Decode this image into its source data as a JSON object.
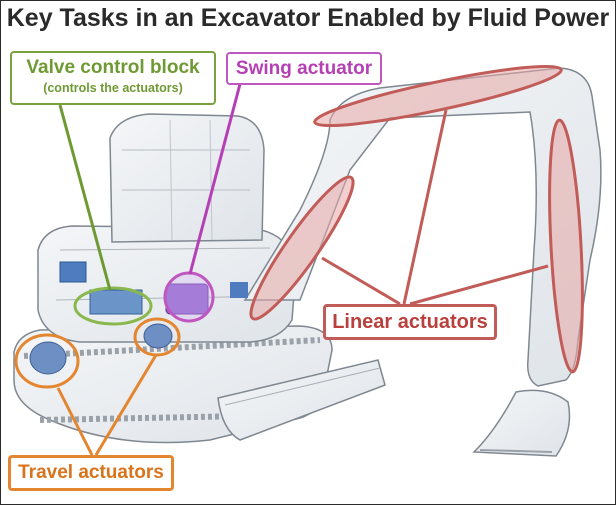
{
  "title": "Key Tasks in an Excavator Enabled by Fluid Power",
  "labels": {
    "valve_control_block": "Valve control block",
    "valve_control_sub": "(controls the  actuators)",
    "swing_actuator": "Swing actuator",
    "linear_actuators": "Linear actuators",
    "travel_actuators": "Travel actuators"
  },
  "colors": {
    "valve_green": "#77a23c",
    "swing_purple": "#c057c0",
    "linear_red": "#c15c58",
    "travel_orange": "#e48630",
    "machine_outline": "#8a9199"
  }
}
